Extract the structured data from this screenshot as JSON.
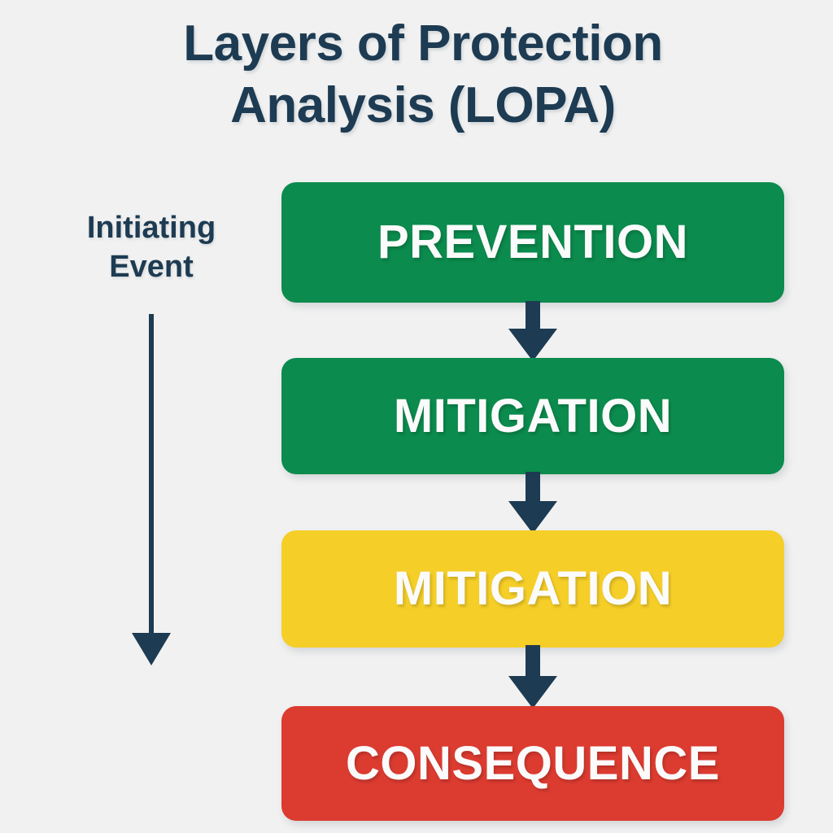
{
  "page": {
    "background_color": "#f1f1f1",
    "title_lines": [
      "Layers of Protection",
      "Analysis (LOPA)"
    ],
    "title_color": "#1d3b52"
  },
  "side_label": {
    "lines": [
      "Initiating",
      "Event"
    ],
    "color": "#1d3b52",
    "arrow_name": "initiating-event-arrow",
    "arrow_color": "#1d3b52"
  },
  "layers": [
    {
      "label": "PREVENTION",
      "color": "#0b8b4d",
      "text_color": "#fbfbfb"
    },
    {
      "label": "MITIGATION",
      "color": "#0b8b4d",
      "text_color": "#fbfbfb"
    },
    {
      "label": "MITIGATION",
      "color": "#f5ce28",
      "text_color": "#fbfbfb"
    },
    {
      "label": "CONSEQUENCE",
      "color": "#dc3b30",
      "text_color": "#fbfbfb"
    }
  ],
  "connectors": [
    {
      "name": "arrow-prevention-to-mitigation-green",
      "color": "#1d3b52"
    },
    {
      "name": "arrow-mitigation-green-to-mitigation-yellow",
      "color": "#1d3b52"
    },
    {
      "name": "arrow-mitigation-yellow-to-consequence",
      "color": "#1d3b52"
    }
  ]
}
